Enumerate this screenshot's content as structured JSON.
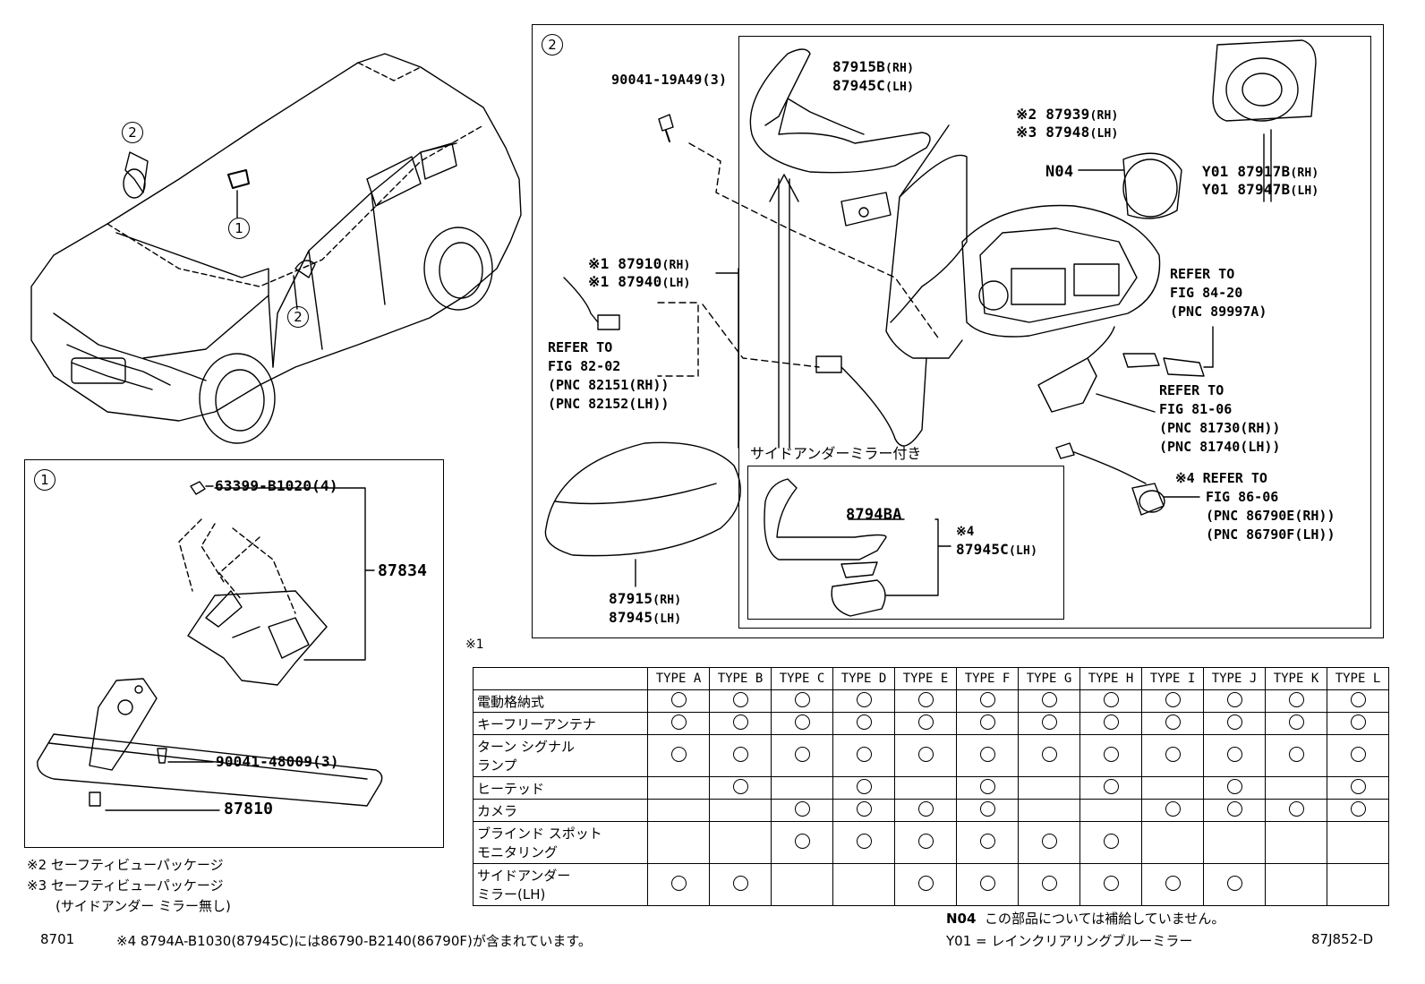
{
  "callouts": {
    "one": "1",
    "two": "2"
  },
  "box1": {
    "circle": "1",
    "clip": "63399-B1020(4)",
    "bracket": "87834",
    "screw": "90041-48009(3)",
    "mirror": "87810"
  },
  "box2": {
    "circle": "2",
    "bolt": "90041-19A49(3)",
    "cover_upper_rh": "87915B",
    "cover_upper_lh": "87945C",
    "turn_rh": "87939",
    "turn_lh": "87948",
    "turn_rh_mark": "※2",
    "turn_lh_mark": "※3",
    "n04_label": "N04",
    "motor_rh": "Y01 87917B",
    "motor_lh": "Y01 87947B",
    "assy_rh": "87910",
    "assy_lh": "87940",
    "assy_mark": "※1",
    "ref_8420": [
      "REFER TO",
      "FIG 84-20",
      "(PNC 89997A)"
    ],
    "ref_8202": [
      "REFER TO",
      "FIG 82-02",
      "(PNC 82151(RH))",
      "(PNC 82152(LH))"
    ],
    "ref_8106": [
      "REFER TO",
      "FIG 81-06",
      "(PNC 81730(RH))",
      "(PNC 81740(LH))"
    ],
    "ref_8606": [
      "※4 REFER TO",
      "FIG 86-06",
      "(PNC 86790E(RH))",
      "(PNC 86790F(LH))"
    ],
    "cover_rh": "87915",
    "cover_lh": "87945",
    "rh": "(RH)",
    "lh": "(LH)",
    "side_under_title": "サイドアンダーミラー付き",
    "sub_part": "8794BA",
    "sub_mark": "※4",
    "sub_cover": "87945C"
  },
  "table": {
    "note_mark": "※1",
    "types": [
      "TYPE A",
      "TYPE B",
      "TYPE C",
      "TYPE D",
      "TYPE E",
      "TYPE F",
      "TYPE G",
      "TYPE H",
      "TYPE I",
      "TYPE J",
      "TYPE K",
      "TYPE L"
    ],
    "rows": [
      {
        "label": [
          "電動格納式"
        ],
        "marks": [
          1,
          1,
          1,
          1,
          1,
          1,
          1,
          1,
          1,
          1,
          1,
          1
        ]
      },
      {
        "label": [
          "キーフリーアンテナ"
        ],
        "marks": [
          1,
          1,
          1,
          1,
          1,
          1,
          1,
          1,
          1,
          1,
          1,
          1
        ]
      },
      {
        "label": [
          "ターン シグナル",
          "ランプ"
        ],
        "marks": [
          1,
          1,
          1,
          1,
          1,
          1,
          1,
          1,
          1,
          1,
          1,
          1
        ]
      },
      {
        "label": [
          "ヒーテッド"
        ],
        "marks": [
          0,
          1,
          0,
          1,
          0,
          1,
          0,
          1,
          0,
          1,
          0,
          1
        ]
      },
      {
        "label": [
          "カメラ"
        ],
        "marks": [
          0,
          0,
          1,
          1,
          1,
          1,
          0,
          0,
          1,
          1,
          1,
          1
        ]
      },
      {
        "label": [
          "ブラインド スポット",
          "モニタリング"
        ],
        "marks": [
          0,
          0,
          1,
          1,
          1,
          1,
          1,
          1,
          0,
          0,
          0,
          0
        ]
      },
      {
        "label": [
          "サイドアンダー",
          "ミラー(LH)"
        ],
        "marks": [
          1,
          1,
          0,
          0,
          1,
          1,
          1,
          1,
          1,
          1,
          0,
          0
        ]
      }
    ]
  },
  "footnotes": {
    "n2": "※2 セーフティビューパッケージ",
    "n3": "※3 セーフティビューパッケージ",
    "n3b": "(サイドアンダー ミラー無し)",
    "fig": "8701",
    "n4": "※4 8794A-B1030(87945C)には86790-B2140(86790F)が含まれています。",
    "n04": "N04",
    "n04_text": "この部品については補給していません。",
    "y01": "Y01 = レインクリアリングブルーミラー",
    "code": "87J852-D"
  }
}
